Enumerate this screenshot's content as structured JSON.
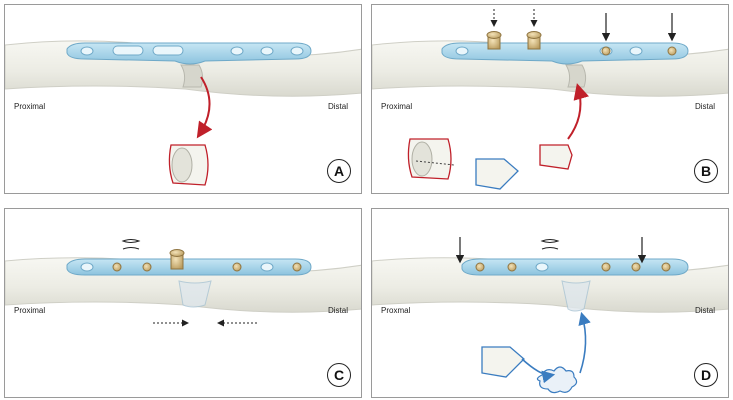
{
  "figure": {
    "colors": {
      "bone": "#eeeee6",
      "bone_edge": "#cfcfc6",
      "plate": "#a9d5ea",
      "plate_edge": "#6fa9c8",
      "screw": "#d8c08a",
      "red_arrow": "#c0202a",
      "blue_arrow": "#3a7cc0"
    },
    "panels": [
      {
        "id": "A",
        "label": "A",
        "proximal": "Proximal",
        "distal": "Distal"
      },
      {
        "id": "B",
        "label": "B",
        "proximal": "Proximal",
        "distal": "Distal"
      },
      {
        "id": "C",
        "label": "C",
        "proximal": "Proximal",
        "distal": "Distal"
      },
      {
        "id": "D",
        "label": "D",
        "proximal": "Proxmal",
        "distal": "Distal"
      }
    ]
  }
}
